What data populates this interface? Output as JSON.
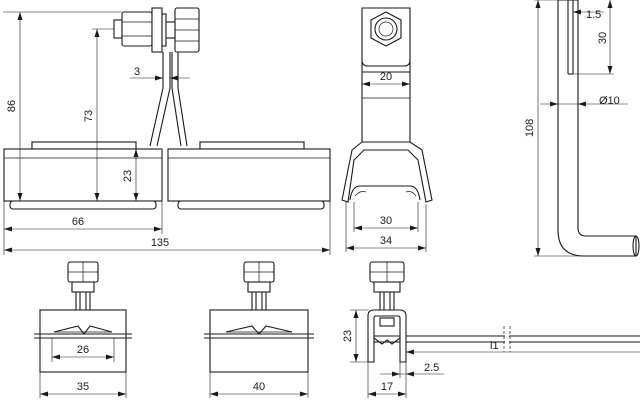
{
  "front_view": {
    "dim_height_total": "86",
    "dim_height_rod": "73",
    "dim_strap_thickness": "3",
    "dim_block_height": "23",
    "dim_block_width": "66",
    "dim_overall_width": "135"
  },
  "side_view": {
    "dim_neck_width": "20",
    "dim_inner_width": "30",
    "dim_outer_width": "34"
  },
  "rod_view": {
    "dim_slot_width": "1.5",
    "dim_slot_depth": "30",
    "dim_diameter": "Ø10",
    "dim_length": "108"
  },
  "bottom_views": {
    "small_inner_width": "26",
    "small_outer_width": "35",
    "large_outer_width": "40"
  },
  "clamp_view": {
    "dim_height": "23",
    "dim_width": "17",
    "dim_thickness": "2.5",
    "dim_length_label": "l1"
  }
}
